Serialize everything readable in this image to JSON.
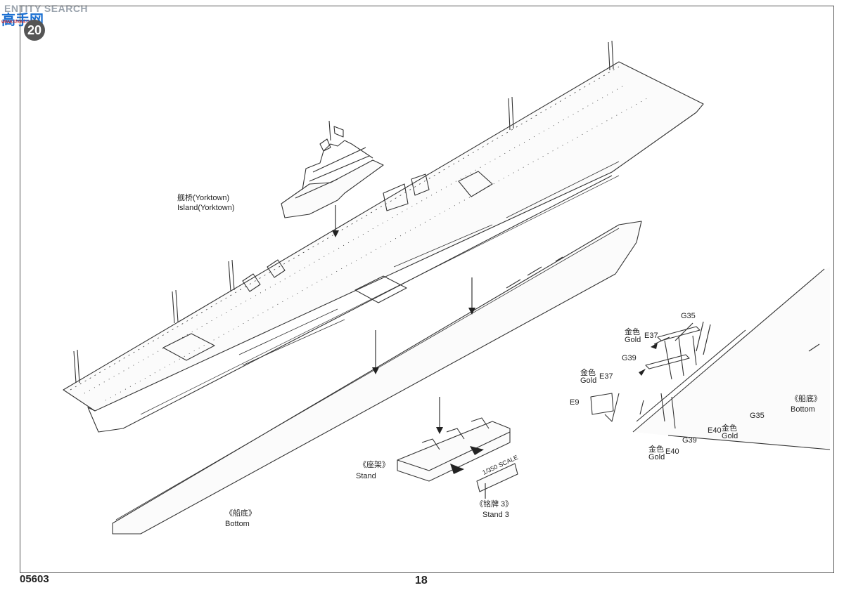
{
  "watermark": {
    "text": "ENTITY SEARCH",
    "cn": "高手网",
    "url": "www.shoui.com"
  },
  "step_number": "20",
  "product_code": "05603",
  "page_number": "18",
  "labels": {
    "island_cn": "舰桥(Yorktown)",
    "island_en": "Island(Yorktown)",
    "stand_cn": "《座架》",
    "stand_en": "Stand",
    "bottom_left_cn": "《船底》",
    "bottom_left_en": "Bottom",
    "bottom_right_cn": "《船底》",
    "bottom_right_en": "Bottom",
    "stand3_cn": "《铭牌 3》",
    "stand3_en": "Stand 3",
    "nameplate": "1/350 SCALE"
  },
  "parts": {
    "g35_top": "G35",
    "e37_a": "E37",
    "gold_cn_a": "金色",
    "gold_en_a": "Gold",
    "g39_a": "G39",
    "e37_b": "E37",
    "gold_cn_b": "金色",
    "gold_en_b": "Gold",
    "e9": "E9",
    "g35_b": "G35",
    "e40_a": "E40",
    "gold_cn_c": "金色",
    "gold_en_c": "Gold",
    "g39_b": "G39",
    "gold_cn_d": "金色",
    "gold_en_d": "Gold",
    "e40_b": "E40"
  }
}
